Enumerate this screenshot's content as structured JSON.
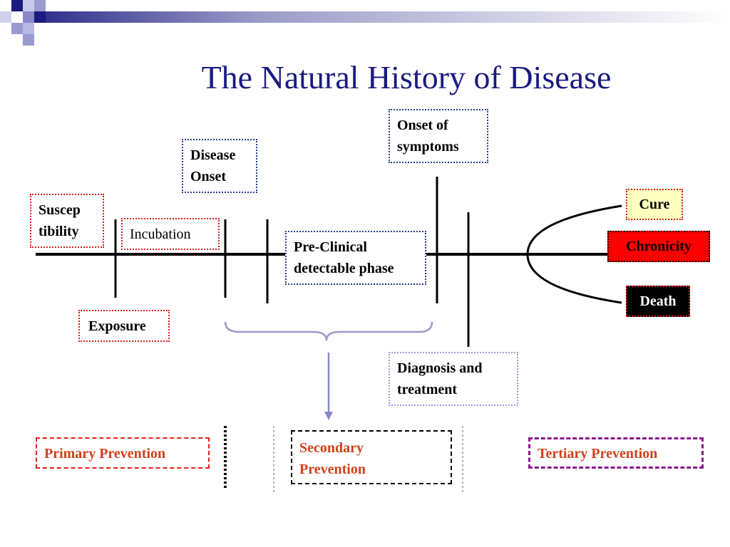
{
  "title": "The Natural History of Disease",
  "labels": {
    "susceptibility": "Suscep tibility",
    "incubation": "Incubation",
    "disease_onset": "Disease Onset",
    "onset_of_symptoms": "Onset of symptoms",
    "preclinical": "Pre-Clinical detectable phase",
    "exposure": "Exposure",
    "diagnosis": "Diagnosis and treatment"
  },
  "outcomes": {
    "cure": "Cure",
    "chronicity": "Chronicity",
    "death": "Death"
  },
  "prevention": {
    "primary": "Primary Prevention",
    "secondary": "Secondary Prevention",
    "tertiary": "Tertiary Prevention"
  },
  "colors": {
    "title": "#1a1a80",
    "prevention_text": "#d2401a",
    "cure_fill": "#ffffc0",
    "chronicity_fill": "#ff0000",
    "death_fill": "#000000"
  }
}
